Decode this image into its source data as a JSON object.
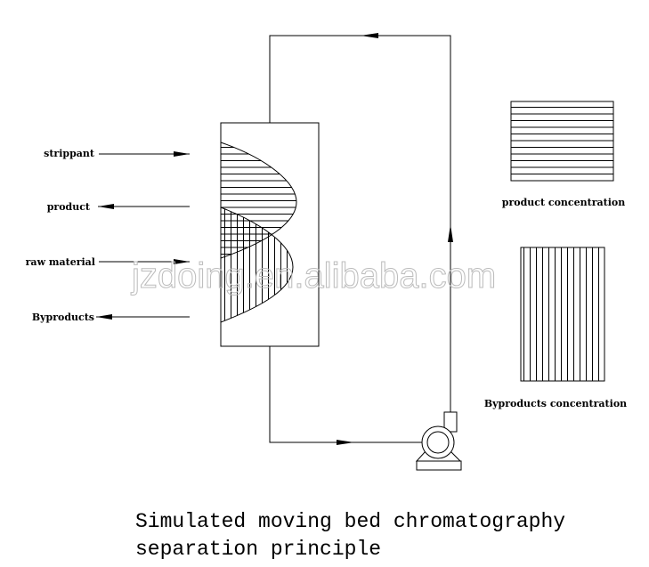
{
  "labels": {
    "strippant": "strippant",
    "product": "product",
    "raw_material": "raw material",
    "byproducts": "Byproducts"
  },
  "legend": {
    "product_concentration": "product concentration",
    "byproducts_concentration": "Byproducts concentration"
  },
  "watermark": "jzdoing.en.alibaba.com",
  "title": {
    "line1": "Simulated moving bed chromatography",
    "line2": "separation principle"
  }
}
